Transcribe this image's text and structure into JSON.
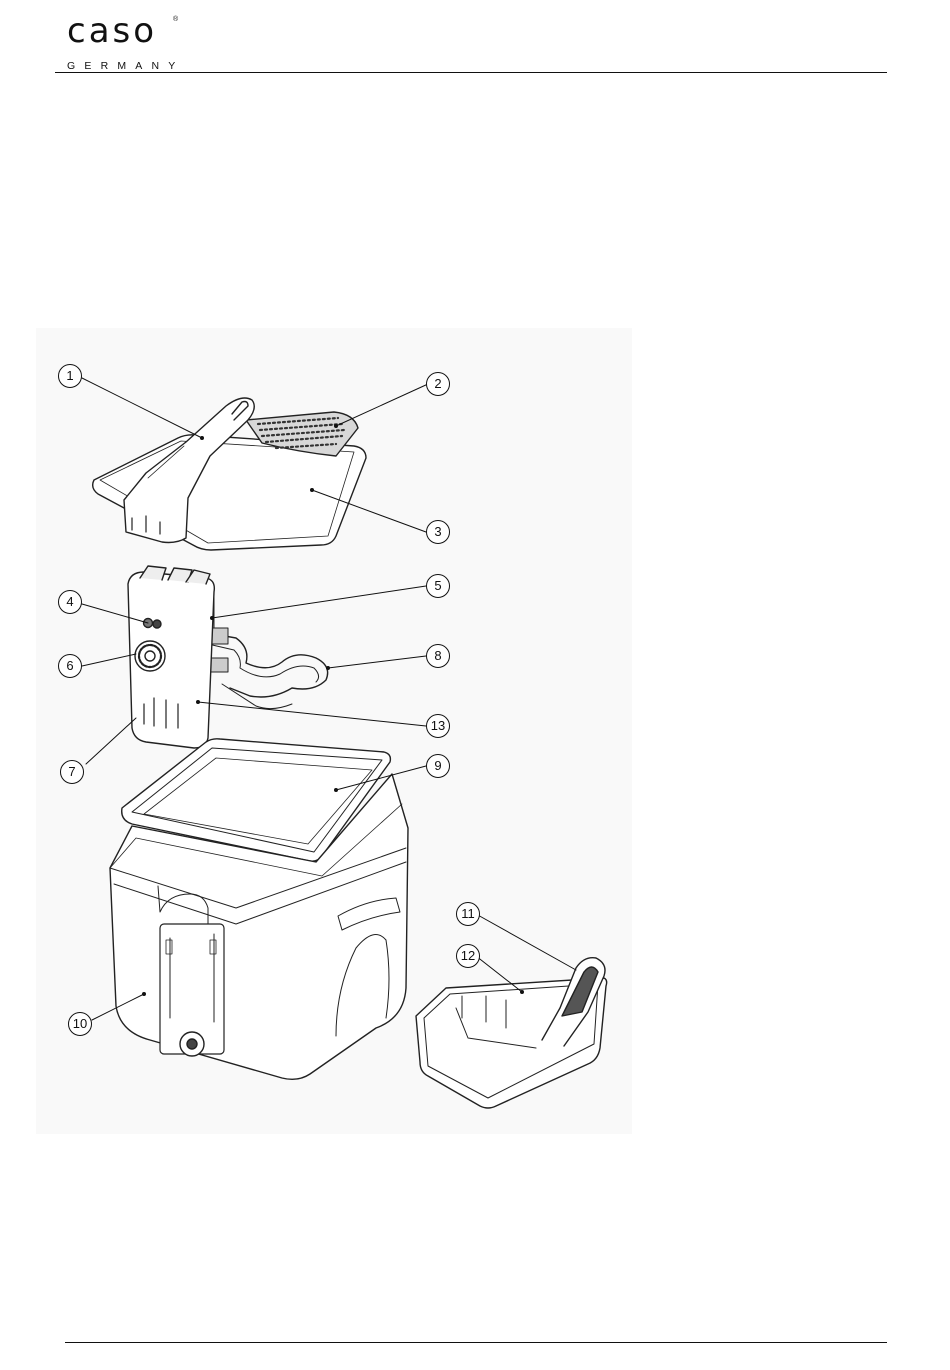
{
  "header": {
    "logo_word": "caso",
    "logo_reg": "®",
    "logo_sub": "GERMANY"
  },
  "diagram": {
    "callouts": [
      {
        "label": "1"
      },
      {
        "label": "2"
      },
      {
        "label": "3"
      },
      {
        "label": "4"
      },
      {
        "label": "5"
      },
      {
        "label": "6"
      },
      {
        "label": "8"
      },
      {
        "label": "13"
      },
      {
        "label": "7"
      },
      {
        "label": "9"
      },
      {
        "label": "11"
      },
      {
        "label": "12"
      },
      {
        "label": "10"
      }
    ]
  }
}
